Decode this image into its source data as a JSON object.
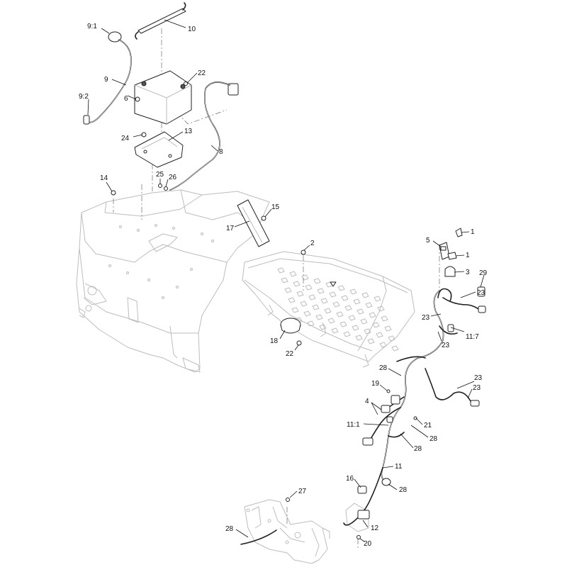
{
  "callouts": [
    {
      "id": "c-9-1",
      "text": "9:1"
    },
    {
      "id": "c-10",
      "text": "10"
    },
    {
      "id": "c-9",
      "text": "9"
    },
    {
      "id": "c-22a",
      "text": "22"
    },
    {
      "id": "c-9-2",
      "text": "9:2"
    },
    {
      "id": "c-6",
      "text": "6"
    },
    {
      "id": "c-13",
      "text": "13"
    },
    {
      "id": "c-24",
      "text": "24"
    },
    {
      "id": "c-8",
      "text": "8"
    },
    {
      "id": "c-25",
      "text": "25"
    },
    {
      "id": "c-26",
      "text": "26"
    },
    {
      "id": "c-14",
      "text": "14"
    },
    {
      "id": "c-15",
      "text": "15"
    },
    {
      "id": "c-17",
      "text": "17"
    },
    {
      "id": "c-1a",
      "text": "1"
    },
    {
      "id": "c-5",
      "text": "5"
    },
    {
      "id": "c-2",
      "text": "2"
    },
    {
      "id": "c-1b",
      "text": "1"
    },
    {
      "id": "c-3",
      "text": "3"
    },
    {
      "id": "c-29",
      "text": "29"
    },
    {
      "id": "c-23a",
      "text": "23"
    },
    {
      "id": "c-23b",
      "text": "23"
    },
    {
      "id": "c-11-7",
      "text": "11:7"
    },
    {
      "id": "c-23c",
      "text": "23"
    },
    {
      "id": "c-18",
      "text": "18"
    },
    {
      "id": "c-22b",
      "text": "22"
    },
    {
      "id": "c-28a",
      "text": "28"
    },
    {
      "id": "c-23d",
      "text": "23"
    },
    {
      "id": "c-19",
      "text": "19"
    },
    {
      "id": "c-23e",
      "text": "23"
    },
    {
      "id": "c-4",
      "text": "4"
    },
    {
      "id": "c-11-1",
      "text": "11:1"
    },
    {
      "id": "c-21",
      "text": "21"
    },
    {
      "id": "c-28b",
      "text": "28"
    },
    {
      "id": "c-28c",
      "text": "28"
    },
    {
      "id": "c-11",
      "text": "11"
    },
    {
      "id": "c-16",
      "text": "16"
    },
    {
      "id": "c-28d",
      "text": "28"
    },
    {
      "id": "c-27",
      "text": "27"
    },
    {
      "id": "c-28e",
      "text": "28"
    },
    {
      "id": "c-12",
      "text": "12"
    },
    {
      "id": "c-20",
      "text": "20"
    }
  ]
}
